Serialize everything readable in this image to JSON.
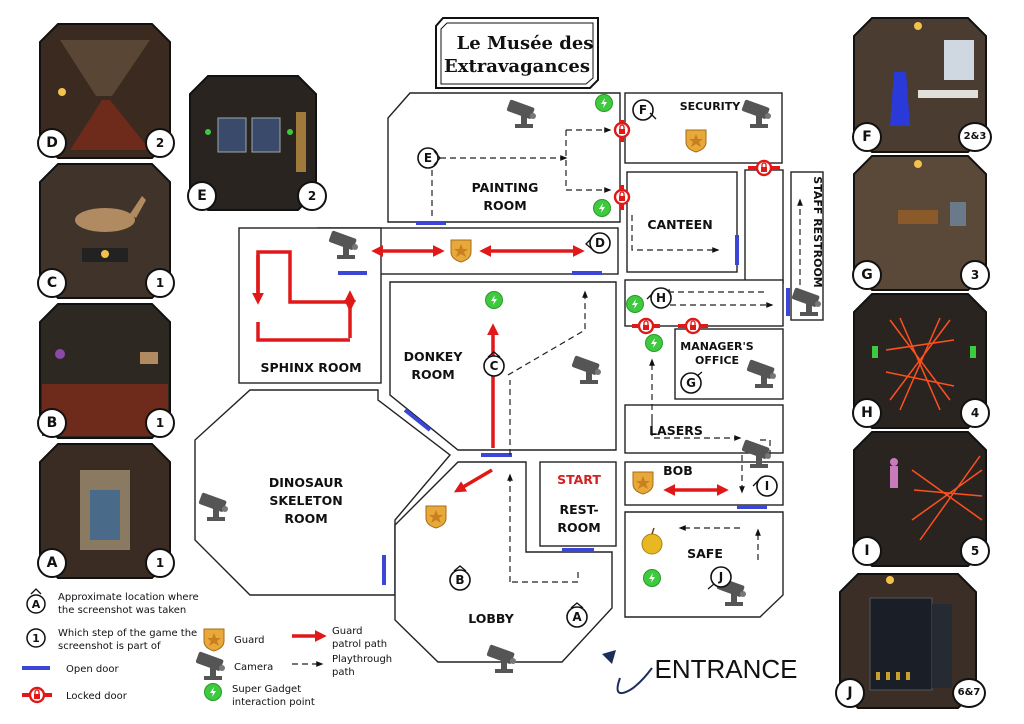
{
  "title": {
    "line1": "Le Musée des",
    "line2": "Extravagances"
  },
  "rooms": {
    "painting": [
      "PAINTING",
      "ROOM"
    ],
    "canteen": "CANTEEN",
    "security": "SECURITY",
    "staff_restroom": "STAFF RESTROOM",
    "sphinx": "SPHINX ROOM",
    "donkey": [
      "DONKEY",
      "ROOM"
    ],
    "manager": [
      "MANAGER'S",
      "OFFICE"
    ],
    "lasers": "LASERS",
    "bob": "BOB",
    "dinosaur": [
      "DINOSAUR",
      "SKELETON",
      "ROOM"
    ],
    "start": "START",
    "restroom": [
      "REST-",
      "ROOM"
    ],
    "safe": "SAFE",
    "lobby": "LOBBY",
    "entrance": "ENTRANCE"
  },
  "markers": [
    "A",
    "B",
    "C",
    "D",
    "E",
    "F",
    "G",
    "H",
    "I",
    "J"
  ],
  "thumbnails": [
    {
      "letter": "D",
      "step": "2"
    },
    {
      "letter": "E",
      "step": "2"
    },
    {
      "letter": "C",
      "step": "1"
    },
    {
      "letter": "B",
      "step": "1"
    },
    {
      "letter": "A",
      "step": "1"
    },
    {
      "letter": "F",
      "step": "2&3"
    },
    {
      "letter": "G",
      "step": "3"
    },
    {
      "letter": "H",
      "step": "4"
    },
    {
      "letter": "I",
      "step": "5"
    },
    {
      "letter": "J",
      "step": "6&7"
    }
  ],
  "legend": {
    "marker_letter": "A",
    "marker_text": [
      "Approximate location where",
      "the screenshot was taken"
    ],
    "step_number": "1",
    "step_text": [
      "Which step of the game the",
      "screenshot is part of"
    ],
    "open_door": "Open door",
    "locked_door": "Locked door",
    "guard": "Guard",
    "camera": "Camera",
    "gadget": [
      "Super Gadget",
      "interaction point"
    ],
    "patrol": [
      "Guard",
      "patrol path"
    ],
    "playthrough": [
      "Playthrough",
      "path"
    ]
  },
  "colors": {
    "door": "#3b46d8",
    "patrol": "#e01818",
    "start": "#d42020",
    "gadget": "#3ec93e",
    "guard": "#e8a83a"
  }
}
